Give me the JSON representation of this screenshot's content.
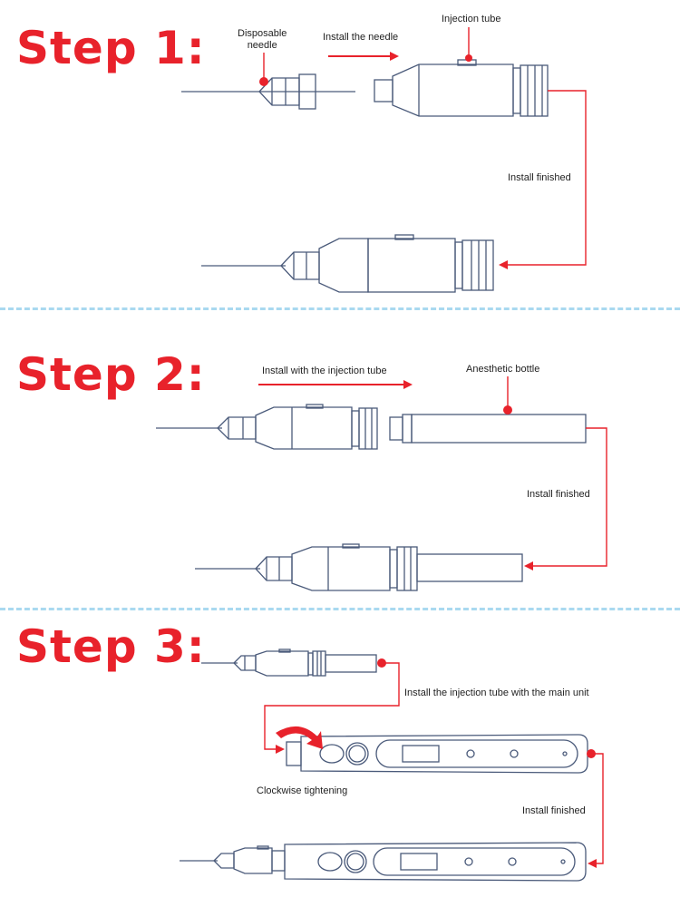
{
  "steps": [
    {
      "title": "Step 1:",
      "labels": {
        "disposable_needle": "Disposable\nneedle",
        "install_needle": "Install the needle",
        "injection_tube": "Injection tube",
        "install_finished": "Install finished"
      }
    },
    {
      "title": "Step 2:",
      "labels": {
        "install_with_tube": "Install with the injection tube",
        "anesthetic_bottle": "Anesthetic bottle",
        "install_finished": "Install finished"
      }
    },
    {
      "title": "Step 3:",
      "labels": {
        "install_with_main_unit": "Install the injection tube with the main unit",
        "clockwise_tightening": "Clockwise tightening",
        "install_finished": "Install finished"
      }
    }
  ],
  "colors": {
    "title_red": "#e8222b",
    "arrow_red": "#e8222b",
    "line_blue": "#4a5a7a",
    "divider": "#a9d9f0"
  }
}
